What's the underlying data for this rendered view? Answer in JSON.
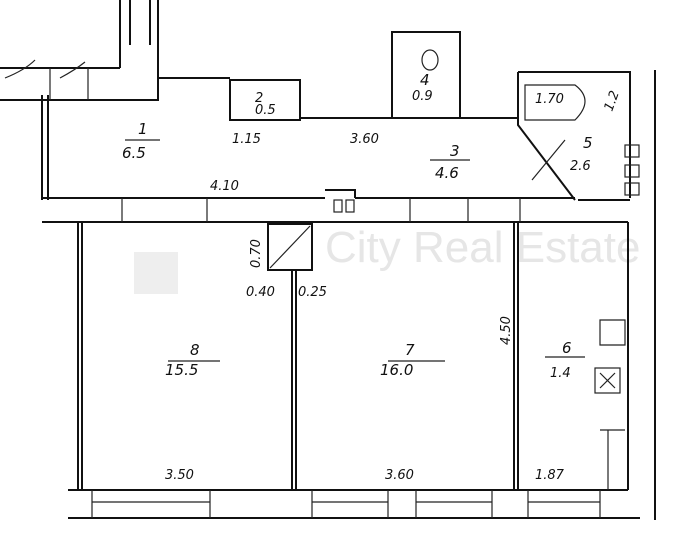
{
  "watermark": "City Real Estate",
  "rooms": [
    {
      "number": "1",
      "area": "6.5"
    },
    {
      "number": "2",
      "area": "0.5"
    },
    {
      "number": "3",
      "area": "4.6"
    },
    {
      "number": "4",
      "area": "0.9"
    },
    {
      "number": "5",
      "area": "2.6"
    },
    {
      "number": "6",
      "area": "1.4"
    },
    {
      "number": "7",
      "area": "16.0"
    },
    {
      "number": "8",
      "area": "15.5"
    }
  ],
  "dimensions": {
    "corridor_left": "1.15",
    "corridor_mid": "3.60",
    "corridor_length": "4.10",
    "bath_length": "1.70",
    "bath_width": "1.2",
    "chimney_height": "0.70",
    "wall_left": "0.40",
    "wall_right": "0.25",
    "room_depth": "4.50",
    "room8_width": "3.50",
    "room7_width": "3.60",
    "room6_width": "1.87"
  }
}
